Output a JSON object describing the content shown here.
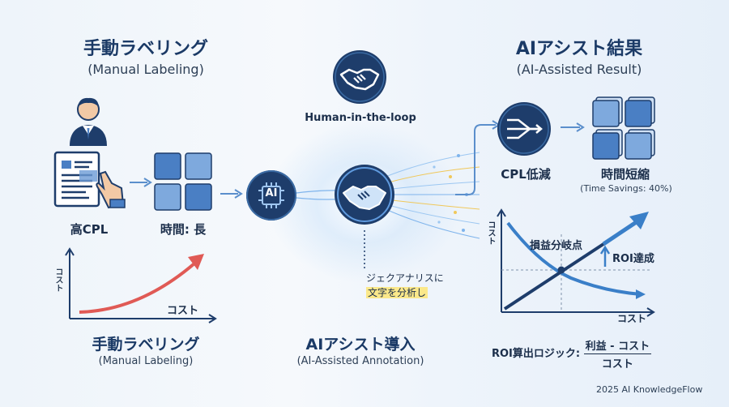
{
  "left": {
    "title_jp": "手動ラベリング",
    "title_en": "(Manual Labeling)",
    "label_cpl": "高CPL",
    "label_time": "時間: 長",
    "chart_ylabel": "コスト",
    "chart_xlabel": "コスト",
    "bottom_title_jp": "手動ラベリング",
    "bottom_title_en": "(Manual Labeling)"
  },
  "center": {
    "hitl_label": "Human-in-the-loop",
    "ai_chip": "AI",
    "caption_line1": "ジェクアナリスに",
    "caption_line2": "文字を分析し",
    "bottom_title_jp": "AIアシスト導入",
    "bottom_title_en": "(AI-Assisted Annotation)"
  },
  "right": {
    "title_jp": "AIアシスト結果",
    "title_en": "(AI-Assisted Result)",
    "label_cpl": "CPL低減",
    "label_time": "時間短縮",
    "time_savings": "(Time Savings: 40%)",
    "chart_ylabel": "コスト",
    "chart_xlabel": "コスト",
    "breakeven": "損益分岐点",
    "roi": "ROI達成",
    "formula_label": "ROI算出ロジック:",
    "formula_num": "利益 - コスト",
    "formula_den": "コスト"
  },
  "footer": {
    "credit": "2025 AI KnowledgeFlow"
  },
  "colors": {
    "navy": "#1e3d6b",
    "tile": "#4a7fc4",
    "tile_light": "#6b9bd6",
    "red_curve": "#e05a55",
    "blue_curve": "#3a7fc8",
    "arrow": "#5b8fcc"
  }
}
